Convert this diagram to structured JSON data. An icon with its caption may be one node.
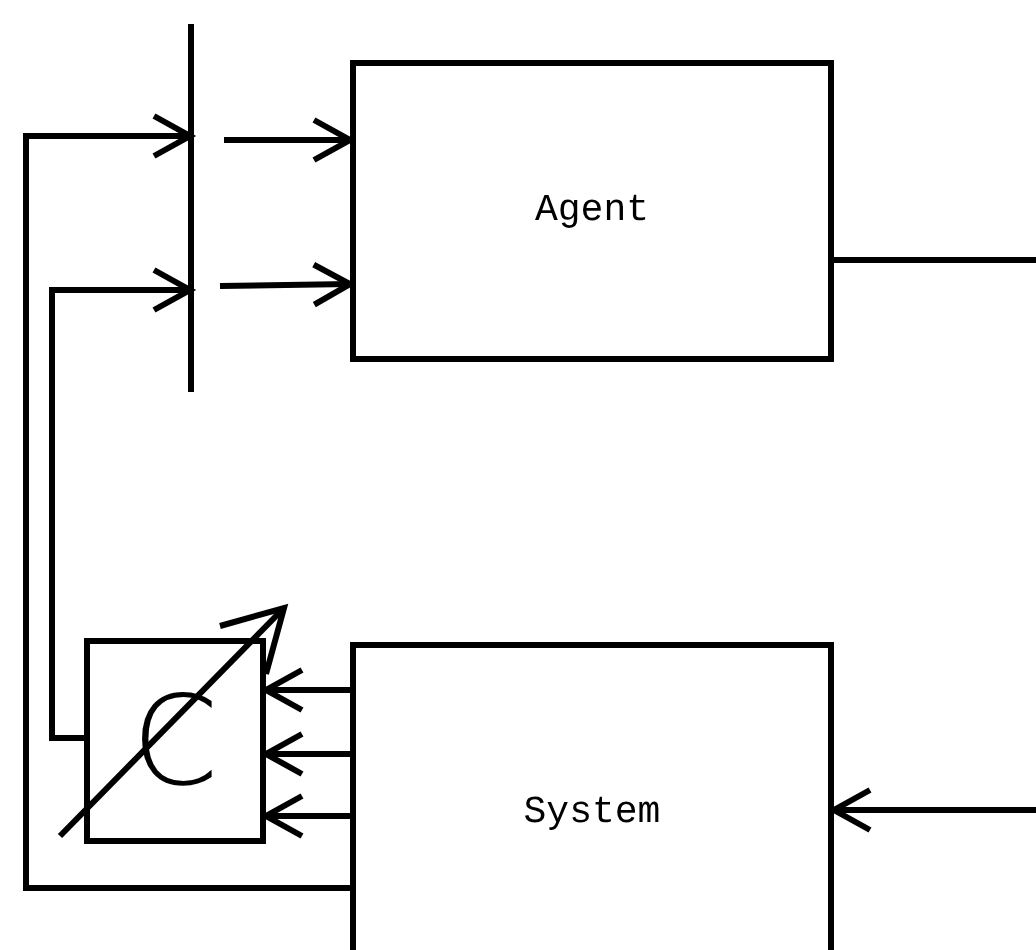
{
  "diagram": {
    "nodes": [
      {
        "text": [
          "Agent"
        ]
      },
      {
        "text": [
          "System"
        ]
      },
      {
        "text": [
          "C"
        ]
      },
      {
        "text": [],
        "shape": "bar"
      }
    ],
    "edges": [
      {
        "from": 1,
        "to": 3,
        "arrow": "to"
      },
      {
        "from": 2,
        "to": 3,
        "arrow": "to"
      },
      {
        "from": 3,
        "to": 0,
        "arrow": "to"
      },
      {
        "from": 3,
        "to": 0,
        "arrow": "to"
      },
      {
        "from": 0,
        "to": null,
        "arrow": "none"
      },
      {
        "from": null,
        "to": 1,
        "arrow": "to"
      },
      {
        "from": 1,
        "to": 2,
        "arrow": "to"
      },
      {
        "from": 1,
        "to": 2,
        "arrow": "to"
      },
      {
        "from": 1,
        "to": 2,
        "arrow": "to"
      }
    ]
  }
}
